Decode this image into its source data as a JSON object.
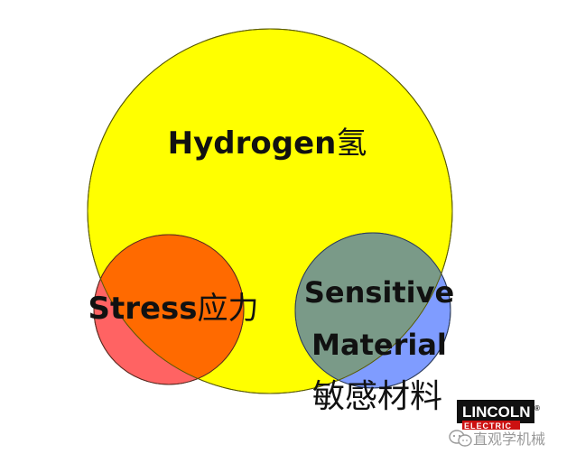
{
  "diagram": {
    "type": "venn",
    "sets": [
      {
        "id": "hydrogen",
        "label_en": "Hydrogen",
        "label_zh": "氢",
        "color": "#FFFF00"
      },
      {
        "id": "stress",
        "label_en": "Stress",
        "label_zh": "应力",
        "color": "#FF6060"
      },
      {
        "id": "material",
        "label_en_line1": "Sensitive",
        "label_en_line2": "Material",
        "label_zh": "敏感材料",
        "color": "#7F9CFF"
      }
    ],
    "overlap_colors": {
      "hydrogen_stress": "#FF6A00",
      "hydrogen_material": "#7A9A88"
    },
    "outline_color": "#5a5a00"
  },
  "logo": {
    "text": "LINCOLN",
    "registered": "®",
    "subtext": "ELECTRIC"
  },
  "watermark": {
    "text": "直观学机械"
  }
}
